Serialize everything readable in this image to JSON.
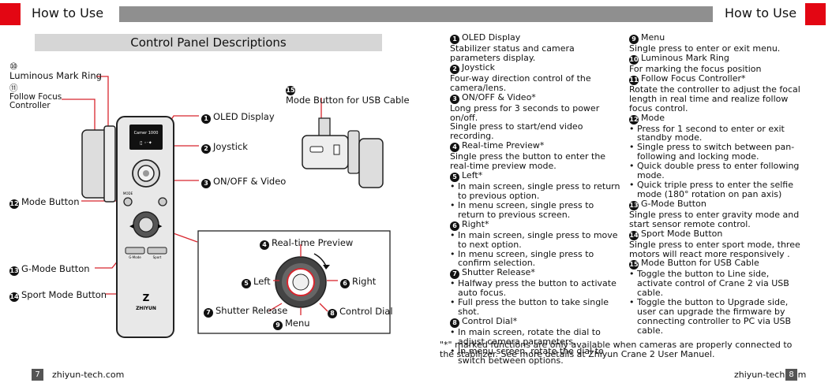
{
  "header": {
    "left_title": "How to Use",
    "right_title": "How to Use",
    "accent": "#e30613",
    "bar_color": "#8f8f8f"
  },
  "section_title": "Control Panel Descriptions",
  "callouts": {
    "luminous_num": "⑩",
    "luminous": "Luminous Mark Ring",
    "follow_num": "⑪",
    "follow1": "Follow Focus",
    "follow2": "Controller",
    "oled_num": "1",
    "oled": "OLED Display",
    "joystick_num": "2",
    "joystick": "Joystick",
    "onoff_num": "3",
    "onoff": "ON/OFF & Video",
    "mode_num": "12",
    "mode": "Mode Button",
    "gmode_num": "13",
    "gmode": "G-Mode Button",
    "sport_num": "14",
    "sport": "Sport Mode Button",
    "usb_num": "15",
    "usb": "Mode Button for USB Cable",
    "preview_num": "4",
    "preview": "Real-time Preview",
    "left_num": "5",
    "left": "Left",
    "right_num": "6",
    "right": "Right",
    "shutter_num": "7",
    "shutter": "Shutter Release",
    "dial_num": "8",
    "dial": "Control Dial",
    "menu_num": "9",
    "menu": "Menu"
  },
  "device": {
    "brand": "ZHIYUN",
    "mode_label": "MODE",
    "gmode_label": "G-Mode",
    "sport_label": "Sport",
    "screen_text": "Camer 1000"
  },
  "col1": [
    {
      "n": "1",
      "t": "OLED Display"
    },
    {
      "p": "Stabilizer status and camera parameters display."
    },
    {
      "n": "2",
      "t": "Joystick"
    },
    {
      "p": "Four-way direction control of the camera/lens."
    },
    {
      "n": "3",
      "t": "ON/OFF & Video*"
    },
    {
      "p": "Long press for 3 seconds to power on/off."
    },
    {
      "p": "Single press to start/end video recording."
    },
    {
      "n": "4",
      "t": "Real-time Preview*"
    },
    {
      "p": "Single press the button to enter the real-time preview mode."
    },
    {
      "n": "5",
      "t": "Left*"
    },
    {
      "b": "In main screen, single press to return to previous option."
    },
    {
      "b": "In menu screen, single press to return to previous screen."
    },
    {
      "n": "6",
      "t": "Right*"
    },
    {
      "b": "In main screen, single press to move to next option."
    },
    {
      "b": "In menu screen, single press to confirm selection."
    },
    {
      "n": "7",
      "t": "Shutter Release*"
    },
    {
      "b": "Halfway press the button to activate auto focus."
    },
    {
      "b": "Full press the button to take single shot."
    },
    {
      "n": "8",
      "t": "Control Dial*"
    },
    {
      "b": "In main screen, rotate the dial to adjust camera parameters."
    },
    {
      "b": "In menu screen, rotate the dial to switch between options."
    }
  ],
  "col2": [
    {
      "n": "9",
      "t": "Menu"
    },
    {
      "p": "Single press to enter or exit menu."
    },
    {
      "n": "10",
      "t": "Luminous Mark Ring"
    },
    {
      "p": "For marking the focus position"
    },
    {
      "n": "11",
      "t": "Follow Focus Controller*"
    },
    {
      "p": "Rotate the controller to adjust the focal length in real time and realize follow focus control."
    },
    {
      "n": "12",
      "t": "Mode"
    },
    {
      "b": "Press for 1 second to enter or exit standby mode."
    },
    {
      "b": "Single press to switch between pan-following and locking mode."
    },
    {
      "b": "Quick double press to enter following mode."
    },
    {
      "b": "Quick triple press to enter the selfie mode (180° rotation on pan axis)"
    },
    {
      "n": "13",
      "t": "G-Mode Button"
    },
    {
      "p": "Single press to enter gravity mode and start sensor remote control."
    },
    {
      "n": "14",
      "t": "Sport Mode Button"
    },
    {
      "p": "Single press to enter sport mode, three motors will react more responsively ."
    },
    {
      "n": "15",
      "t": "Mode Button for USB Cable"
    },
    {
      "b": "Toggle the button to Line side, activate control of Crane 2 via USB cable."
    },
    {
      "b": "Toggle the button to Upgrade side, user can upgrade the firmware by connecting controller to PC via USB cable."
    }
  ],
  "footnote": "\"*\" marked functions are only available when cameras are properly connected to the stabilizer. See more details at Zhiyun Crane 2 User Manuel.",
  "footer": {
    "left_page": "7",
    "left_site": "zhiyun-tech.com",
    "right_page": "8",
    "right_site": "zhiyun-tech.com"
  }
}
